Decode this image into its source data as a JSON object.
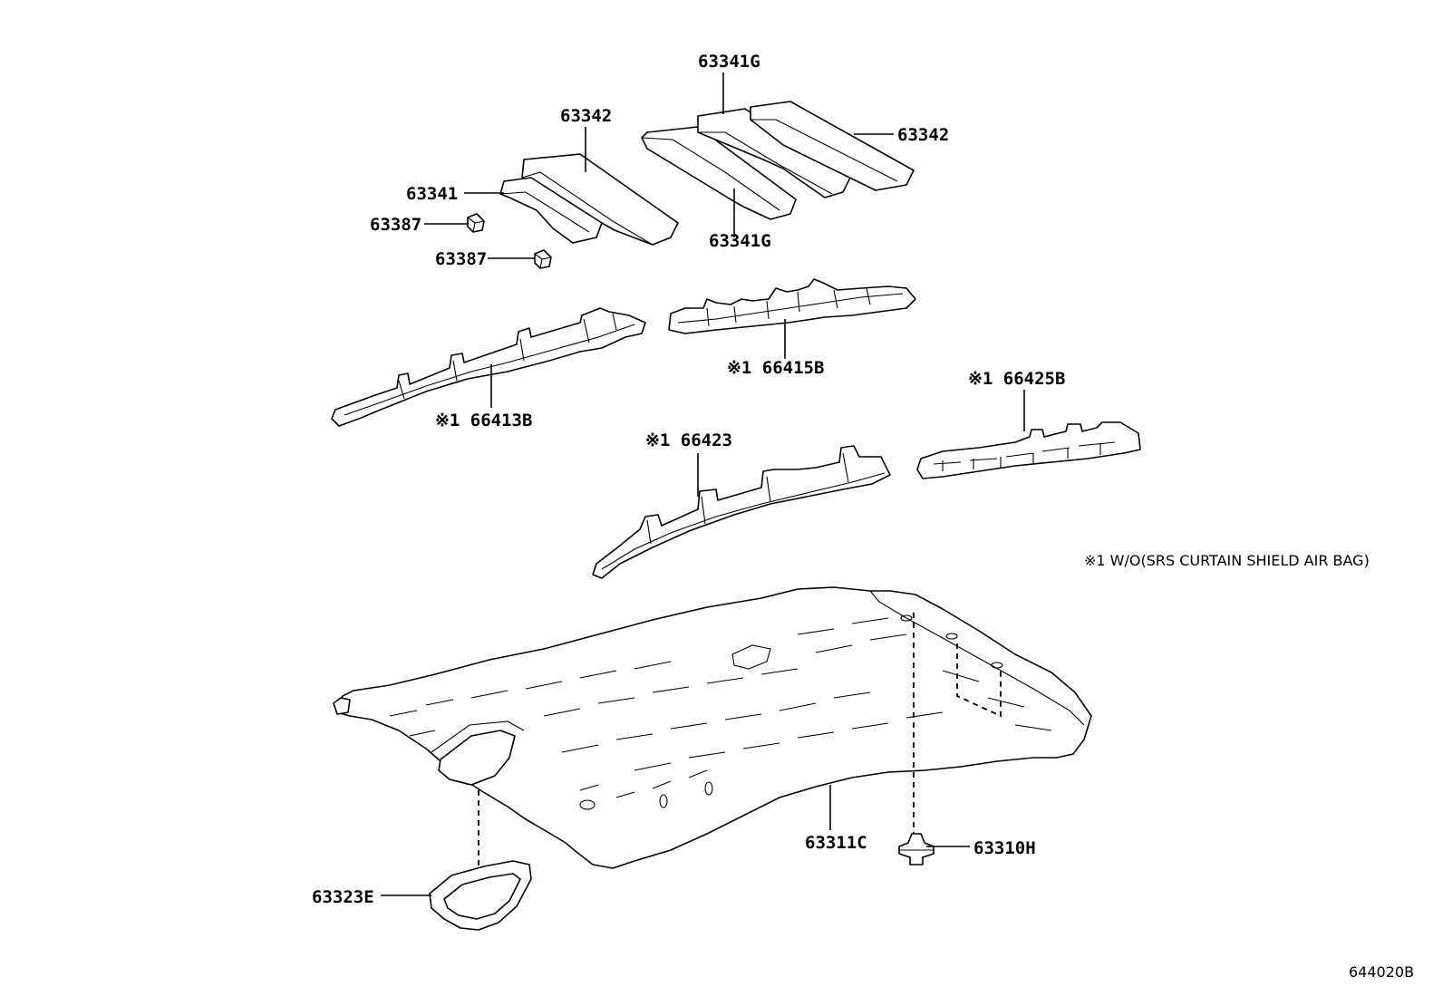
{
  "diagram": {
    "labels": {
      "p63341G_top": "63341G",
      "p63342_left": "63342",
      "p63342_right": "63342",
      "p63341": "63341",
      "p63387_a": "63387",
      "p63387_b": "63387",
      "p63341G_bottom": "63341G",
      "p66415B": "※1 66415B",
      "p66413B": "※1 66413B",
      "p66425B": "※1 66425B",
      "p66423": "※1 66423",
      "p63311C": "63311C",
      "p63310H": "63310H",
      "p63323E": "63323E"
    },
    "footnote": "※1 W/O(SRS CURTAIN SHIELD AIR BAG)",
    "drawing_number": "644020B"
  }
}
